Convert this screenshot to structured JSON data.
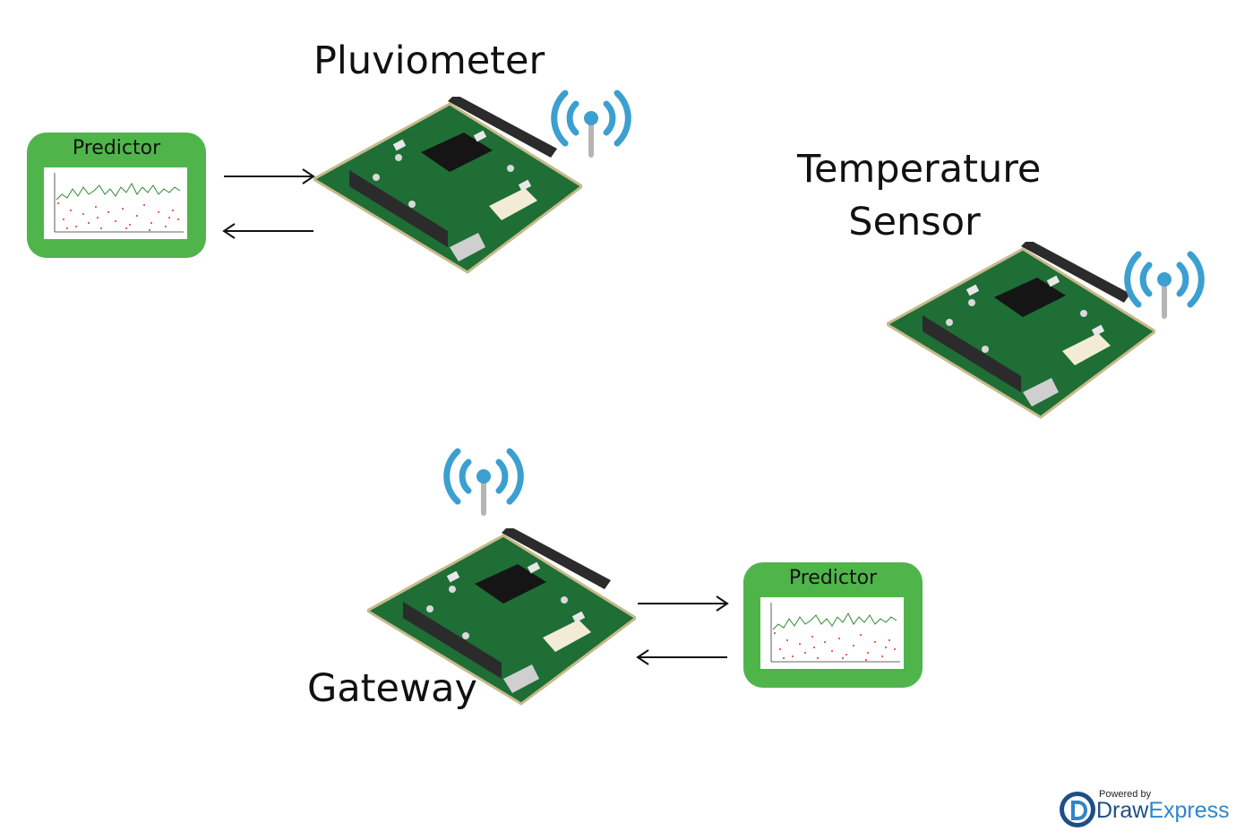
{
  "nodes": {
    "pluviometer": {
      "label": "Pluviometer"
    },
    "temperature": {
      "label_line1": "Temperature",
      "label_line2": "Sensor"
    },
    "gateway": {
      "label": "Gateway"
    }
  },
  "predictors": [
    {
      "title": "Predictor"
    },
    {
      "title": "Predictor"
    }
  ],
  "brand": {
    "powered_by": "Powered by",
    "name_part1": "Draw",
    "name_part2": "Express"
  },
  "colors": {
    "predictor_bg": "#4fb54a",
    "board_pcb": "#1f7a3c",
    "wifi": "#3b9fd0",
    "brand_dark": "#1d4f86",
    "brand_light": "#2f86c8"
  },
  "icons": [
    "circuit-board-icon",
    "wifi-antenna-icon",
    "arrow-right-icon",
    "arrow-left-icon",
    "line-chart-icon"
  ]
}
